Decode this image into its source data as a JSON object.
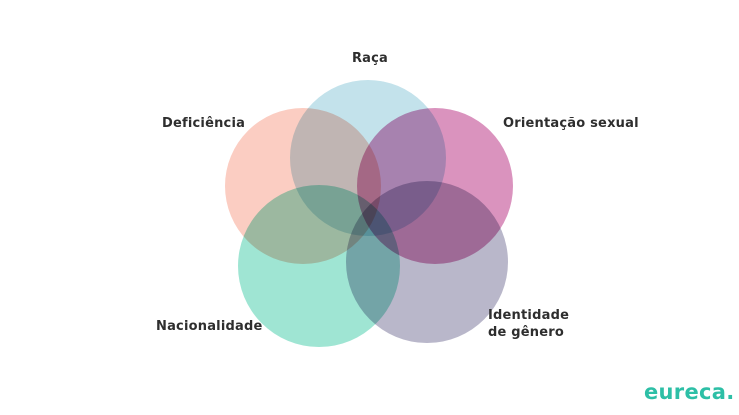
{
  "page": {
    "background": "#ffffff"
  },
  "diagram": {
    "type": "venn",
    "label_color": "#2e2e2e",
    "circles": [
      {
        "id": "raca",
        "label": "Raça",
        "color": "#C3E2EB",
        "position": "top"
      },
      {
        "id": "orientacao-sexual",
        "label": "Orientação sexual",
        "color": "#DA93BE",
        "position": "right"
      },
      {
        "id": "identidade-de-genero",
        "label": "Identidade\nde gênero",
        "color": "#B9B7CA",
        "position": "bottom-right"
      },
      {
        "id": "nacionalidade",
        "label": "Nacionalidade",
        "color": "#9FE5D3",
        "position": "bottom-left"
      },
      {
        "id": "deficiencia",
        "label": "Deficiência",
        "color": "#FBCDC2",
        "position": "left"
      }
    ]
  },
  "footer": {
    "logo_text": "eureca.",
    "logo_color": "#2DBFA6"
  }
}
